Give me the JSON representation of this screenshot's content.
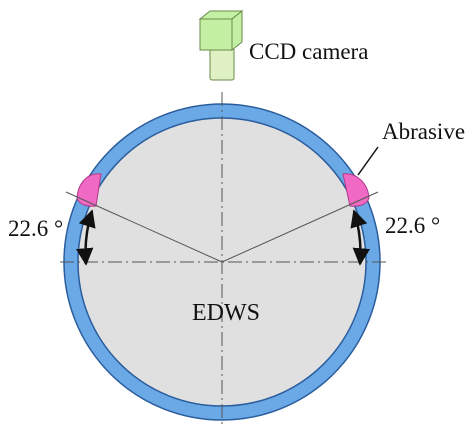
{
  "labels": {
    "camera": "CCD camera",
    "abrasive": "Abrasive",
    "angle_left": "22.6 °",
    "angle_right": "22.6 °",
    "center": "EDWS"
  },
  "colors": {
    "ring": "#6aa8e6",
    "ring_edge": "#2b5d9c",
    "disk": "#e0e0e0",
    "camera_body": "#c4f0a4",
    "camera_lens": "#dff0c4",
    "camera_edge": "#6a8a4a",
    "abrasive": "#f06ac4",
    "abrasive_edge": "#b03a8a",
    "lines": "#555555",
    "arrows": "#111111"
  },
  "geometry_data": {
    "abrasive_angle_deg": 22.6
  }
}
